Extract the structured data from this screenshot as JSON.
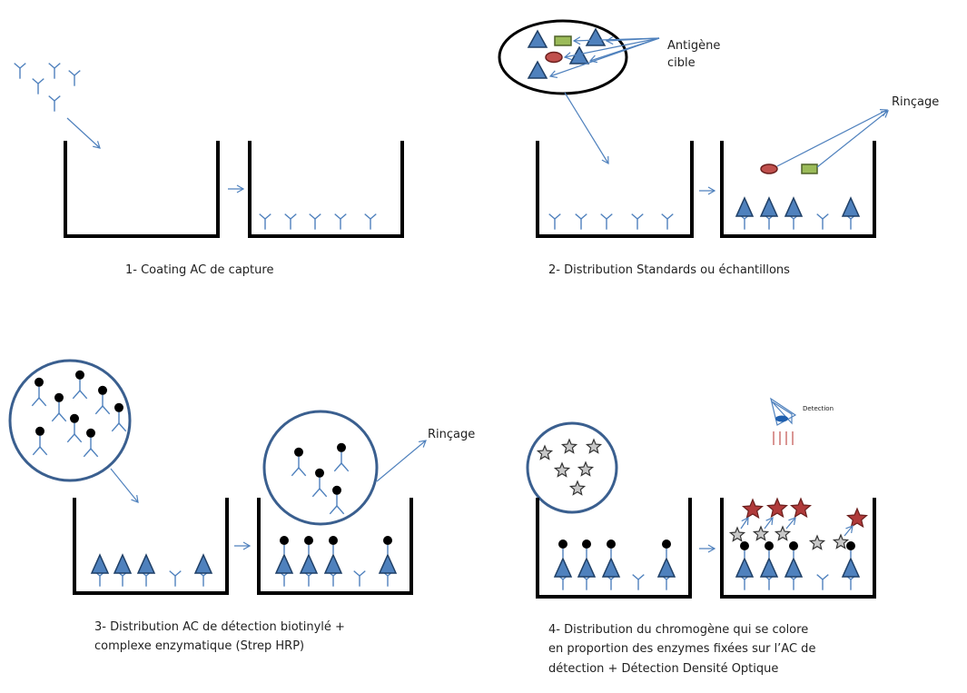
{
  "steps": [
    {
      "label": "1- Coating AC de capture"
    },
    {
      "label": "2- Distribution Standards ou échantillons"
    },
    {
      "label_lines": [
        "3- Distribution AC de détection biotinylé +",
        "complexe enzymatique (Strep HRP)"
      ]
    },
    {
      "label_lines": [
        "4- Distribution du chromogène qui se colore",
        "en proportion des enzymes fixées sur l’AC de",
        "détection + Détection Densité Optique"
      ]
    }
  ],
  "annotations": {
    "antigen_lines": [
      "Antigène",
      "cible"
    ],
    "rinse_step2": "Rinçage",
    "rinse_step3": "Rinçage",
    "detection": "Detection"
  },
  "colors": {
    "arrow": "#4f81bd",
    "antibody": "#4f81bd",
    "antigen_triangle": "#4f81bd",
    "antigen_rect": "#9bbb59",
    "antigen_ellipse": "#c0504d",
    "circle_stroke": "#3a5f8f",
    "enzyme_star": "#b03a3a",
    "chromogen_star": "#c8c8c8",
    "well": "#000000",
    "biotin": "#000000"
  }
}
